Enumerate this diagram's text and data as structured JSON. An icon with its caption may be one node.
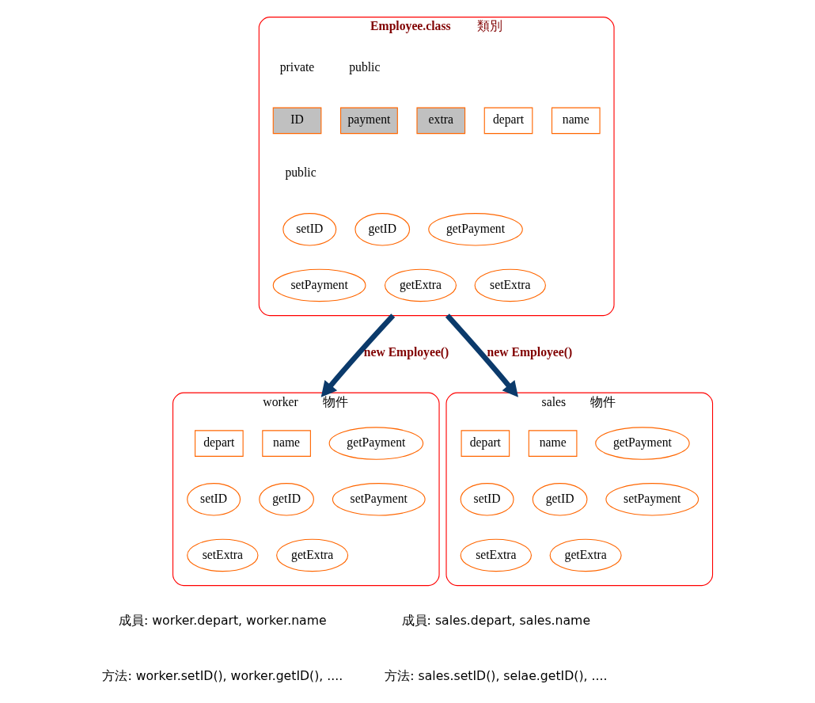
{
  "diagram": {
    "nodes": [
      {
        "text": [
          "Employee.class",
          "類別"
        ]
      },
      {
        "text": [
          "ID"
        ],
        "in": 0
      },
      {
        "text": [
          "payment"
        ],
        "in": 0
      },
      {
        "text": [
          "extra"
        ],
        "in": 0
      },
      {
        "text": [
          "depart"
        ],
        "in": 0
      },
      {
        "text": [
          "name"
        ],
        "in": 0
      },
      {
        "text": [
          "setID"
        ],
        "in": 0
      },
      {
        "text": [
          "getID"
        ],
        "in": 0
      },
      {
        "text": [
          "getPayment"
        ],
        "in": 0
      },
      {
        "text": [
          "setPayment"
        ],
        "in": 0
      },
      {
        "text": [
          "getExtra"
        ],
        "in": 0
      },
      {
        "text": [
          "setExtra"
        ],
        "in": 0
      },
      {
        "text": [
          "worker",
          "物件"
        ]
      },
      {
        "text": [
          "depart"
        ],
        "in": 12
      },
      {
        "text": [
          "name"
        ],
        "in": 12
      },
      {
        "text": [
          "getPayment"
        ],
        "in": 12
      },
      {
        "text": [
          "setID"
        ],
        "in": 12
      },
      {
        "text": [
          "getID"
        ],
        "in": 12
      },
      {
        "text": [
          "setPayment"
        ],
        "in": 12
      },
      {
        "text": [
          "setExtra"
        ],
        "in": 12
      },
      {
        "text": [
          "getExtra"
        ],
        "in": 12
      },
      {
        "text": [
          "sales",
          "物件"
        ]
      },
      {
        "text": [
          "depart"
        ],
        "in": 21
      },
      {
        "text": [
          "name"
        ],
        "in": 21
      },
      {
        "text": [
          "getPayment"
        ],
        "in": 21
      },
      {
        "text": [
          "setID"
        ],
        "in": 21
      },
      {
        "text": [
          "getID"
        ],
        "in": 21
      },
      {
        "text": [
          "setPayment"
        ],
        "in": 21
      },
      {
        "text": [
          "setExtra"
        ],
        "in": 21
      },
      {
        "text": [
          "getExtra"
        ],
        "in": 21
      }
    ],
    "edges": [
      {
        "from": 0,
        "to": 12,
        "arrow": "to",
        "label": "new Employee()"
      },
      {
        "from": 0,
        "to": 21,
        "arrow": "to",
        "label": "new Employee()"
      }
    ],
    "labels": [
      "private",
      "public",
      "public",
      "成員: worker.depart, worker.name",
      "方法: worker.setID(), worker.getID(), ....",
      "成員: sales.depart, sales.name",
      "方法: sales.setID(), selae.getID(), ...."
    ]
  }
}
